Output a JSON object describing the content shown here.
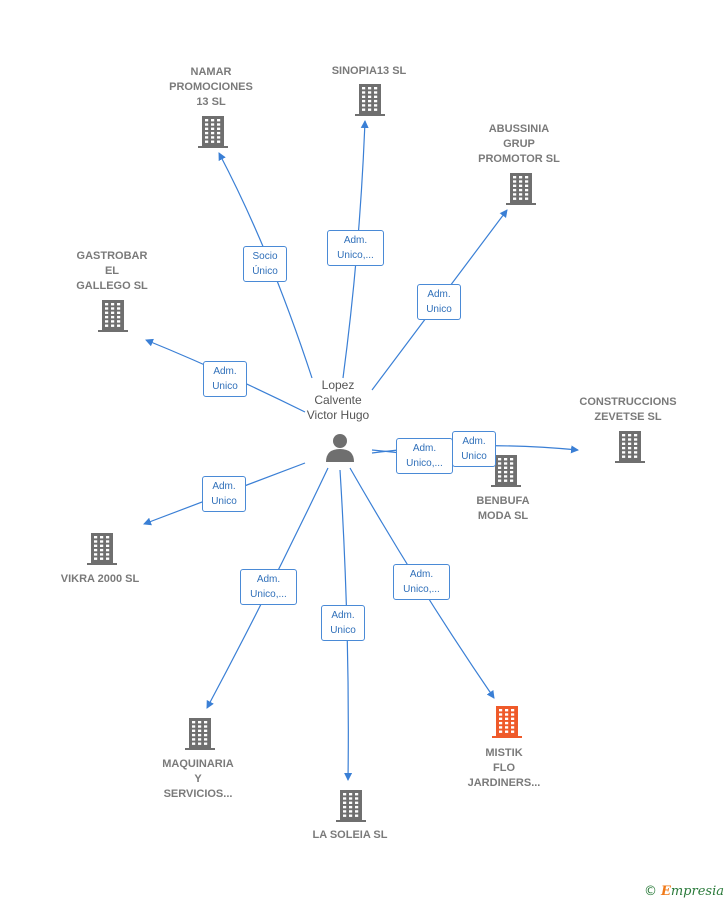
{
  "center": {
    "name": "Lopez\nCalvente\nVictor Hugo"
  },
  "companies": {
    "namar": "NAMAR\nPROMOCIONES\n13  SL",
    "sinopia": "SINOPIA13  SL",
    "abussinia": "ABUSSINIA\nGRUP\nPROMOTOR SL",
    "gastrobar": "GASTROBAR\nEL\nGALLEGO  SL",
    "construccions": "CONSTRUCCIONS\nZEVETSE SL",
    "benbufa": "BENBUFA\nMODA  SL",
    "vikra": "VIKRA 2000  SL",
    "maquinaria": "MAQUINARIA\nY\nSERVICIOS...",
    "soleia": "LA SOLEIA SL",
    "mistik": "MISTIK\nFLO\nJARDINERS..."
  },
  "relations": {
    "namar": "Socio\nÚnico",
    "sinopia": "Adm.\nUnico,...",
    "abussinia": "Adm.\nUnico",
    "gastrobar": "Adm.\nUnico",
    "benbufa": "Adm.\nUnico,...",
    "construccions": "Adm.\nUnico",
    "vikra": "Adm.\nUnico",
    "maquinaria": "Adm.\nUnico,...",
    "soleia": "Adm.\nUnico",
    "mistik": "Adm.\nUnico,..."
  },
  "colors": {
    "edge": "#3a7fd5",
    "building": "#6f6f6f",
    "highlight": "#ef5a2a"
  },
  "brand": {
    "copyright": "©",
    "name": "mpresia",
    "initial": "E"
  }
}
